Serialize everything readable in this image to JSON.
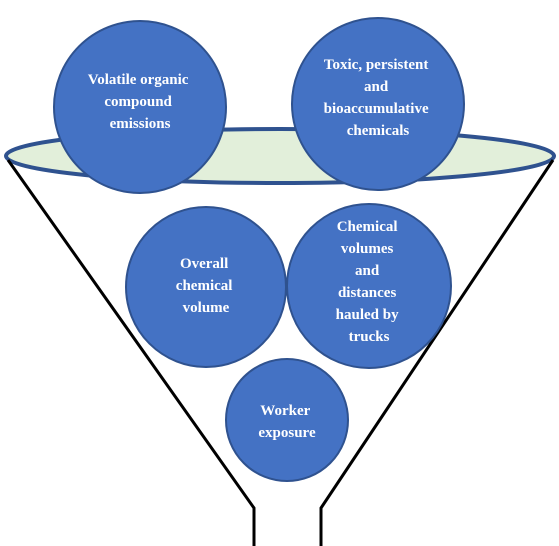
{
  "diagram": {
    "colors": {
      "circle_fill": "#4472C4",
      "circle_stroke": "#2F528F",
      "funnel_rim_fill": "#E2EFDA",
      "funnel_rim_stroke": "#2F528F",
      "funnel_outline": "#000000",
      "label_text": "#ffffff"
    },
    "items": [
      {
        "id": "voc",
        "lines": [
          "Volatile organic",
          "compound",
          "emissions"
        ]
      },
      {
        "id": "pbt",
        "lines": [
          "Toxic, persistent",
          "and",
          "bioaccumulative",
          "chemicals"
        ]
      },
      {
        "id": "volume",
        "lines": [
          "Overall",
          "chemical",
          "volume"
        ]
      },
      {
        "id": "trucks",
        "lines": [
          "Chemical",
          "volumes",
          "and",
          "distances",
          "hauled by",
          "trucks"
        ]
      },
      {
        "id": "worker",
        "lines": [
          "Worker",
          "exposure"
        ]
      }
    ]
  }
}
